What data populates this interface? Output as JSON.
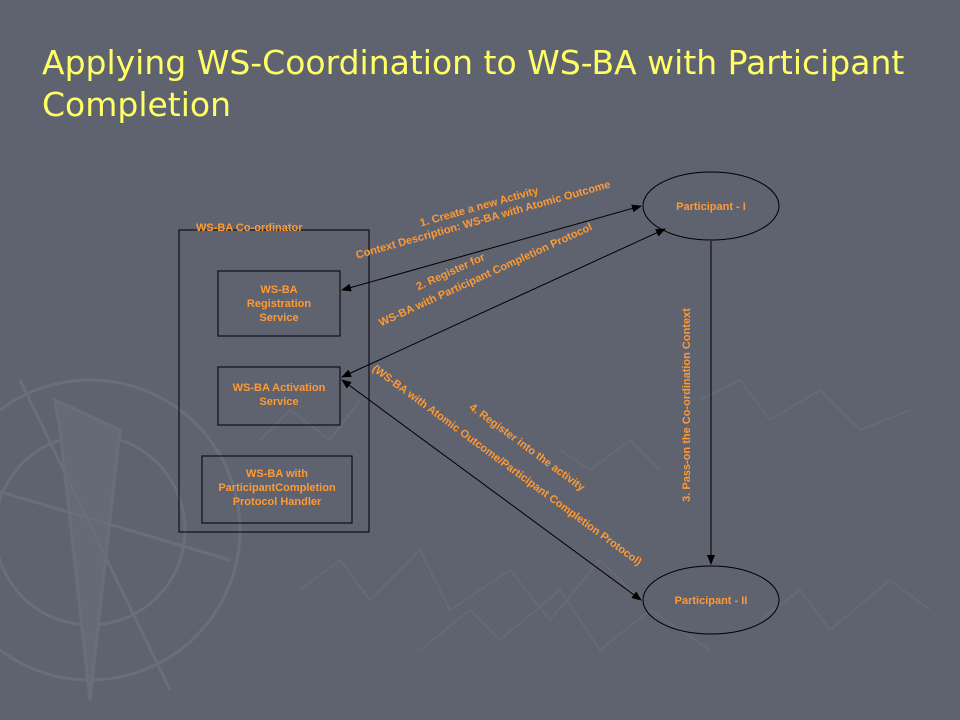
{
  "slide": {
    "title": "Applying WS-Coordination to WS-BA with Participant Completion"
  },
  "coordinator": {
    "label": "WS-BA Co-ordinator",
    "registration_service": [
      "WS-BA",
      "Registration",
      "Service"
    ],
    "activation_service": [
      "WS-BA Activation",
      "Service"
    ],
    "protocol_handler": [
      "WS-BA with",
      "ParticipantCompletion",
      "Protocol Handler"
    ]
  },
  "participants": {
    "one": "Participant - I",
    "two": "Participant - II"
  },
  "messages": {
    "step1_line1": "1. Create a new Activity",
    "step1_line2": "Context Description: WS-BA with Atomic Outcome",
    "step2_line1": "2. Register for",
    "step2_line2": "WS-BA with Participant Completion Protocol",
    "step3": "3. Pass-on the Co-ordination Context",
    "step4_line1": "4. Register into the activity",
    "step4_line2": "(WS-BA with Atomic Outcome/Participant Completion Protocol)"
  },
  "colors": {
    "background": "#5f626f",
    "title": "#ffff66",
    "label": "#ff9a33",
    "line": "#000000"
  },
  "icons": [
    "compass-rose-icon"
  ]
}
